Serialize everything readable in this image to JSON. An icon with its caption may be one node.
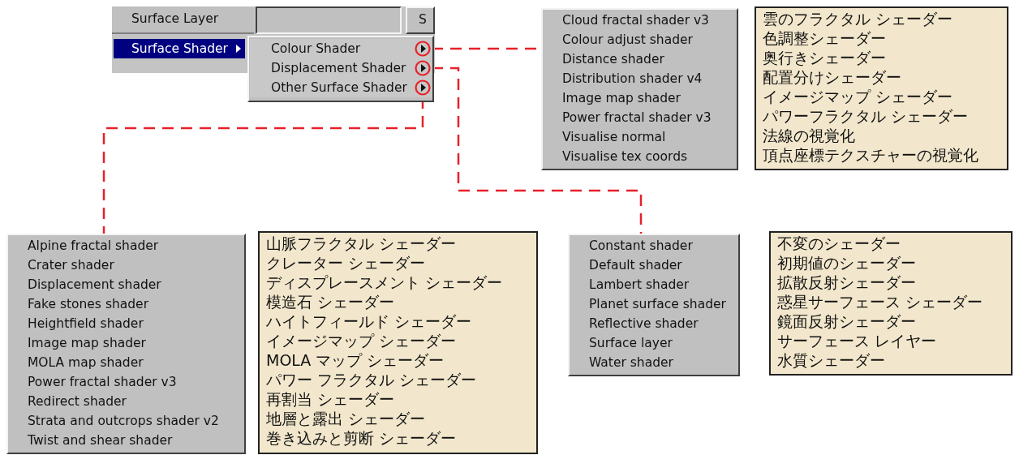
{
  "diagram": {
    "nodes": [
      {
        "text": [
          "Surface Layer"
        ]
      },
      {
        "text": [],
        "shape": "box"
      },
      {
        "text": [
          "Surface Shader"
        ]
      },
      {
        "text": [],
        "shape": "box"
      },
      {
        "text": [
          "Colour Shader"
        ],
        "in": 3
      },
      {
        "text": [
          "Displacement Shader"
        ],
        "in": 3
      },
      {
        "text": [
          "Other Surface Shader"
        ],
        "in": 3
      },
      {
        "text": [
          "Cloud fractal shader v3",
          "Colour adjust shader",
          "Distance shader",
          "Distribution shader v4",
          "Image map shader",
          "Power fractal shader v3",
          "Visualise normal",
          "Visualise tex coords"
        ]
      },
      {
        "text": [
          "雲のフラクタル シェーダー",
          "色調整シェーダー",
          "奥行きシェーダー",
          "配置分けシェーダー",
          "イメージマップ シェーダー",
          "パワーフラクタル シェーダー",
          "法線の視覚化",
          "頂点座標テクスチャーの視覚化"
        ]
      },
      {
        "text": [
          "Alpine fractal shader",
          "Crater shader",
          "Displacement shader",
          "Fake stones shader",
          "Heightfield shader",
          "Image map shader",
          "MOLA map shader",
          "Power fractal shader v3",
          "Redirect shader",
          "Strata and outcrops shader v2",
          "Twist and shear shader"
        ]
      },
      {
        "text": [
          "山脈フラクタル シェーダー",
          "クレーター シェーダー",
          "ディスプレースメント シェーダー",
          "模造石 シェーダー",
          "ハイトフィールド シェーダー",
          "イメージマップ シェーダー",
          "MOLA マップ シェーダー",
          "パワー フラクタル シェーダー",
          "再割当 シェーダー",
          "地層と露出 シェーダー",
          "巻き込みと剪断 シェーダー"
        ]
      },
      {
        "text": [
          "Constant shader",
          "Default shader",
          "Lambert shader",
          "Planet surface shader",
          "Reflective shader",
          "Surface layer",
          "Water shader"
        ]
      },
      {
        "text": [
          "不変のシェーダー",
          "初期値のシェーダー",
          "拡散反射シェーダー",
          "惑星サーフェース シェーダー",
          "鏡面反射シェーダー",
          "サーフェース レイヤー",
          "水質シェーダー"
        ]
      }
    ],
    "edges": [
      {
        "from": 4,
        "to": 7,
        "arrow": "none",
        "style": "dashed"
      },
      {
        "from": 5,
        "to": 11,
        "arrow": "none",
        "style": "dashed"
      },
      {
        "from": 6,
        "to": 9,
        "arrow": "none",
        "style": "dashed"
      }
    ],
    "labels": [
      "S"
    ]
  }
}
